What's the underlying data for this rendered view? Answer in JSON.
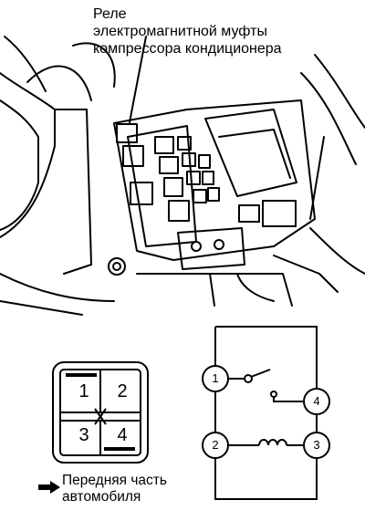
{
  "caption": {
    "line1": "Реле",
    "line2": "электромагнитной муфты",
    "line3": "компрессора кондиционера"
  },
  "connector": {
    "pins": [
      "1",
      "2",
      "3",
      "4"
    ]
  },
  "schematic": {
    "terminals": [
      "1",
      "4",
      "2",
      "3"
    ]
  },
  "front_note": {
    "line1": "Передняя часть",
    "line2": "автомобиля"
  }
}
